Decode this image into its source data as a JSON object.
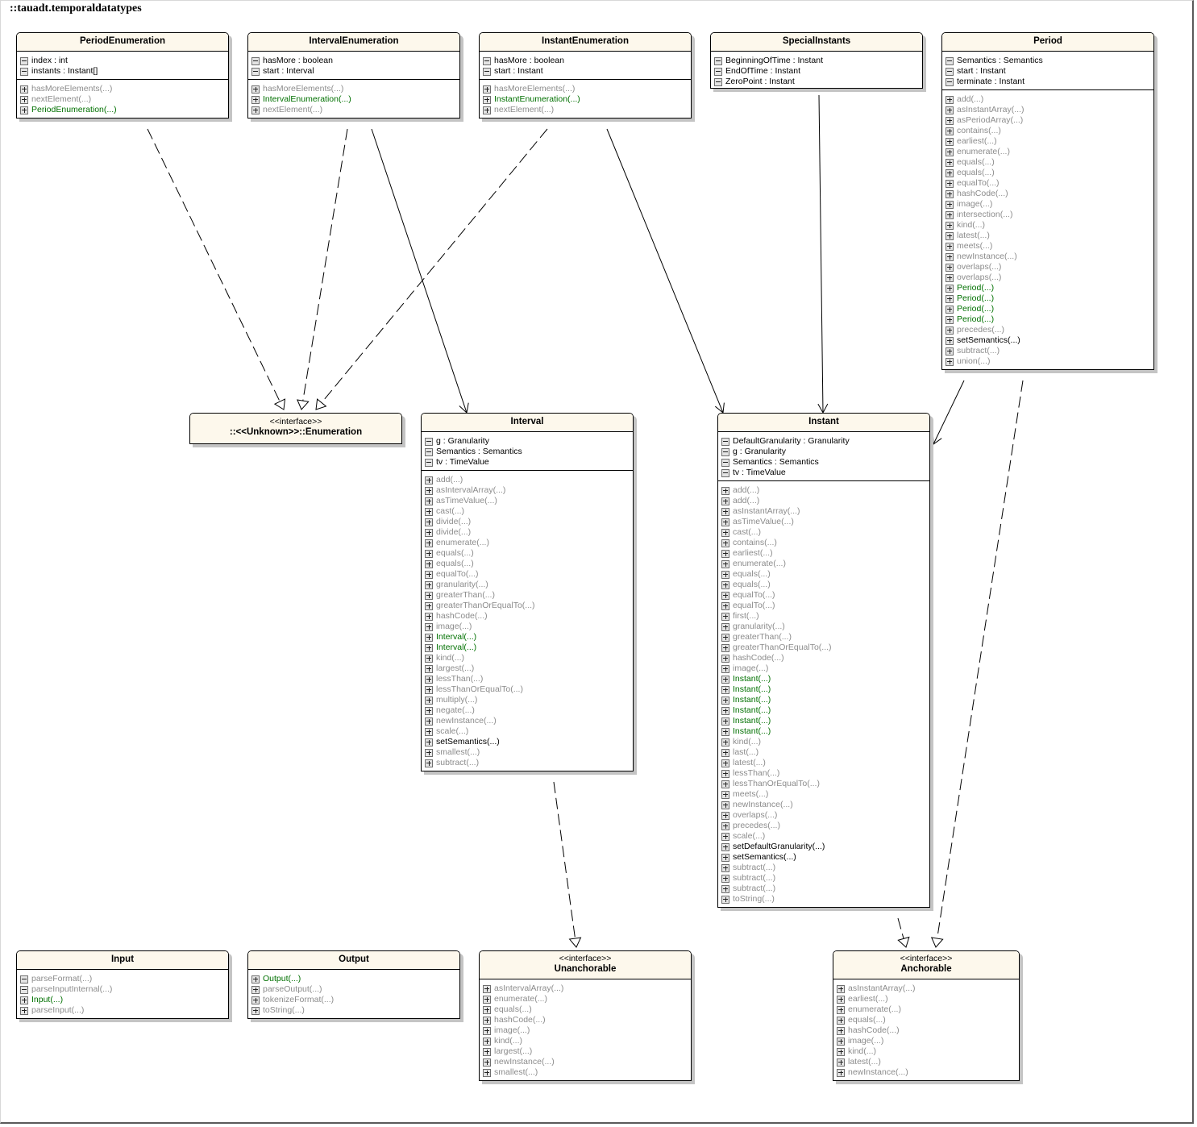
{
  "package": {
    "title": "::tauadt.temporaldatatypes"
  },
  "colors": {
    "header_fill": "#fdf8ec",
    "constructor": "#007000",
    "inherited": "#8c8c8c",
    "own": "#000000",
    "shadow": "#c4c4c4"
  },
  "classes": {
    "period_enumeration": {
      "name": "PeriodEnumeration",
      "attributes": [
        {
          "text": "index : int",
          "style": "normal",
          "icon": "minus"
        },
        {
          "text": "instants : Instant[]",
          "style": "normal",
          "icon": "minus"
        }
      ],
      "operations": [
        {
          "text": "hasMoreElements(...)",
          "style": "gray",
          "icon": "plus"
        },
        {
          "text": "nextElement(...)",
          "style": "gray",
          "icon": "plus"
        },
        {
          "text": "PeriodEnumeration(...)",
          "style": "green",
          "icon": "plus"
        }
      ]
    },
    "interval_enumeration": {
      "name": "IntervalEnumeration",
      "attributes": [
        {
          "text": "hasMore : boolean",
          "style": "normal",
          "icon": "minus"
        },
        {
          "text": "start : Interval",
          "style": "normal",
          "icon": "minus"
        }
      ],
      "operations": [
        {
          "text": "hasMoreElements(...)",
          "style": "gray",
          "icon": "plus"
        },
        {
          "text": "IntervalEnumeration(...)",
          "style": "green",
          "icon": "plus"
        },
        {
          "text": "nextElement(...)",
          "style": "gray",
          "icon": "plus"
        }
      ]
    },
    "instant_enumeration": {
      "name": "InstantEnumeration",
      "attributes": [
        {
          "text": "hasMore : boolean",
          "style": "normal",
          "icon": "minus"
        },
        {
          "text": "start : Instant",
          "style": "normal",
          "icon": "minus"
        }
      ],
      "operations": [
        {
          "text": "hasMoreElements(...)",
          "style": "gray",
          "icon": "plus"
        },
        {
          "text": "InstantEnumeration(...)",
          "style": "green",
          "icon": "plus"
        },
        {
          "text": "nextElement(...)",
          "style": "gray",
          "icon": "plus"
        }
      ]
    },
    "special_instants": {
      "name": "SpecialInstants",
      "attributes": [
        {
          "text": "BeginningOfTime : Instant",
          "style": "normal",
          "icon": "minus"
        },
        {
          "text": "EndOfTime : Instant",
          "style": "normal",
          "icon": "minus"
        },
        {
          "text": "ZeroPoint : Instant",
          "style": "normal",
          "icon": "minus"
        }
      ],
      "operations": []
    },
    "period": {
      "name": "Period",
      "attributes": [
        {
          "text": "Semantics : Semantics",
          "style": "normal",
          "icon": "minus"
        },
        {
          "text": "start : Instant",
          "style": "normal",
          "icon": "minus"
        },
        {
          "text": "terminate : Instant",
          "style": "normal",
          "icon": "minus"
        }
      ],
      "operations": [
        {
          "text": "add(...)",
          "style": "gray",
          "icon": "plus"
        },
        {
          "text": "asInstantArray(...)",
          "style": "gray",
          "icon": "plus"
        },
        {
          "text": "asPeriodArray(...)",
          "style": "gray",
          "icon": "plus"
        },
        {
          "text": "contains(...)",
          "style": "gray",
          "icon": "plus"
        },
        {
          "text": "earliest(...)",
          "style": "gray",
          "icon": "plus"
        },
        {
          "text": "enumerate(...)",
          "style": "gray",
          "icon": "plus"
        },
        {
          "text": "equals(...)",
          "style": "gray",
          "icon": "plus"
        },
        {
          "text": "equals(...)",
          "style": "gray",
          "icon": "plus"
        },
        {
          "text": "equalTo(...)",
          "style": "gray",
          "icon": "plus"
        },
        {
          "text": "hashCode(...)",
          "style": "gray",
          "icon": "plus"
        },
        {
          "text": "image(...)",
          "style": "gray",
          "icon": "plus"
        },
        {
          "text": "intersection(...)",
          "style": "gray",
          "icon": "plus"
        },
        {
          "text": "kind(...)",
          "style": "gray",
          "icon": "plus"
        },
        {
          "text": "latest(...)",
          "style": "gray",
          "icon": "plus"
        },
        {
          "text": "meets(...)",
          "style": "gray",
          "icon": "plus"
        },
        {
          "text": "newInstance(...)",
          "style": "gray",
          "icon": "plus"
        },
        {
          "text": "overlaps(...)",
          "style": "gray",
          "icon": "plus"
        },
        {
          "text": "overlaps(...)",
          "style": "gray",
          "icon": "plus"
        },
        {
          "text": "Period(...)",
          "style": "green",
          "icon": "plus"
        },
        {
          "text": "Period(...)",
          "style": "green",
          "icon": "plus"
        },
        {
          "text": "Period(...)",
          "style": "green",
          "icon": "plus"
        },
        {
          "text": "Period(...)",
          "style": "green",
          "icon": "plus"
        },
        {
          "text": "precedes(...)",
          "style": "gray",
          "icon": "plus"
        },
        {
          "text": "setSemantics(...)",
          "style": "normal",
          "icon": "plus"
        },
        {
          "text": "subtract(...)",
          "style": "gray",
          "icon": "plus"
        },
        {
          "text": "union(...)",
          "style": "gray",
          "icon": "plus"
        }
      ]
    },
    "enumeration": {
      "stereotype": "<<interface>>",
      "name": "::<<Unknown>>::Enumeration",
      "attributes": [],
      "operations": []
    },
    "interval": {
      "name": "Interval",
      "attributes": [
        {
          "text": "g : Granularity",
          "style": "normal",
          "icon": "minus"
        },
        {
          "text": "Semantics : Semantics",
          "style": "normal",
          "icon": "minus"
        },
        {
          "text": "tv : TimeValue",
          "style": "normal",
          "icon": "minus"
        }
      ],
      "operations": [
        {
          "text": "add(...)",
          "style": "gray",
          "icon": "plus"
        },
        {
          "text": "asIntervalArray(...)",
          "style": "gray",
          "icon": "plus"
        },
        {
          "text": "asTimeValue(...)",
          "style": "gray",
          "icon": "plus"
        },
        {
          "text": "cast(...)",
          "style": "gray",
          "icon": "plus"
        },
        {
          "text": "divide(...)",
          "style": "gray",
          "icon": "plus"
        },
        {
          "text": "divide(...)",
          "style": "gray",
          "icon": "plus"
        },
        {
          "text": "enumerate(...)",
          "style": "gray",
          "icon": "plus"
        },
        {
          "text": "equals(...)",
          "style": "gray",
          "icon": "plus"
        },
        {
          "text": "equals(...)",
          "style": "gray",
          "icon": "plus"
        },
        {
          "text": "equalTo(...)",
          "style": "gray",
          "icon": "plus"
        },
        {
          "text": "granularity(...)",
          "style": "gray",
          "icon": "plus"
        },
        {
          "text": "greaterThan(...)",
          "style": "gray",
          "icon": "plus"
        },
        {
          "text": "greaterThanOrEqualTo(...)",
          "style": "gray",
          "icon": "plus"
        },
        {
          "text": "hashCode(...)",
          "style": "gray",
          "icon": "plus"
        },
        {
          "text": "image(...)",
          "style": "gray",
          "icon": "plus"
        },
        {
          "text": "Interval(...)",
          "style": "green",
          "icon": "plus"
        },
        {
          "text": "Interval(...)",
          "style": "green",
          "icon": "plus"
        },
        {
          "text": "kind(...)",
          "style": "gray",
          "icon": "plus"
        },
        {
          "text": "largest(...)",
          "style": "gray",
          "icon": "plus"
        },
        {
          "text": "lessThan(...)",
          "style": "gray",
          "icon": "plus"
        },
        {
          "text": "lessThanOrEqualTo(...)",
          "style": "gray",
          "icon": "plus"
        },
        {
          "text": "multiply(...)",
          "style": "gray",
          "icon": "plus"
        },
        {
          "text": "negate(...)",
          "style": "gray",
          "icon": "plus"
        },
        {
          "text": "newInstance(...)",
          "style": "gray",
          "icon": "plus"
        },
        {
          "text": "scale(...)",
          "style": "gray",
          "icon": "plus"
        },
        {
          "text": "setSemantics(...)",
          "style": "normal",
          "icon": "plus"
        },
        {
          "text": "smallest(...)",
          "style": "gray",
          "icon": "plus"
        },
        {
          "text": "subtract(...)",
          "style": "gray",
          "icon": "plus"
        }
      ]
    },
    "instant": {
      "name": "Instant",
      "attributes": [
        {
          "text": "DefaultGranularity : Granularity",
          "style": "normal",
          "icon": "minus"
        },
        {
          "text": "g : Granularity",
          "style": "normal",
          "icon": "minus"
        },
        {
          "text": "Semantics : Semantics",
          "style": "normal",
          "icon": "minus"
        },
        {
          "text": "tv : TimeValue",
          "style": "normal",
          "icon": "minus"
        }
      ],
      "operations": [
        {
          "text": "add(...)",
          "style": "gray",
          "icon": "plus"
        },
        {
          "text": "add(...)",
          "style": "gray",
          "icon": "plus"
        },
        {
          "text": "asInstantArray(...)",
          "style": "gray",
          "icon": "plus"
        },
        {
          "text": "asTimeValue(...)",
          "style": "gray",
          "icon": "plus"
        },
        {
          "text": "cast(...)",
          "style": "gray",
          "icon": "plus"
        },
        {
          "text": "contains(...)",
          "style": "gray",
          "icon": "plus"
        },
        {
          "text": "earliest(...)",
          "style": "gray",
          "icon": "plus"
        },
        {
          "text": "enumerate(...)",
          "style": "gray",
          "icon": "plus"
        },
        {
          "text": "equals(...)",
          "style": "gray",
          "icon": "plus"
        },
        {
          "text": "equals(...)",
          "style": "gray",
          "icon": "plus"
        },
        {
          "text": "equalTo(...)",
          "style": "gray",
          "icon": "plus"
        },
        {
          "text": "equalTo(...)",
          "style": "gray",
          "icon": "plus"
        },
        {
          "text": "first(...)",
          "style": "gray",
          "icon": "plus"
        },
        {
          "text": "granularity(...)",
          "style": "gray",
          "icon": "plus"
        },
        {
          "text": "greaterThan(...)",
          "style": "gray",
          "icon": "plus"
        },
        {
          "text": "greaterThanOrEqualTo(...)",
          "style": "gray",
          "icon": "plus"
        },
        {
          "text": "hashCode(...)",
          "style": "gray",
          "icon": "plus"
        },
        {
          "text": "image(...)",
          "style": "gray",
          "icon": "plus"
        },
        {
          "text": "Instant(...)",
          "style": "green",
          "icon": "plus"
        },
        {
          "text": "Instant(...)",
          "style": "green",
          "icon": "plus"
        },
        {
          "text": "Instant(...)",
          "style": "green",
          "icon": "plus"
        },
        {
          "text": "Instant(...)",
          "style": "green",
          "icon": "plus"
        },
        {
          "text": "Instant(...)",
          "style": "green",
          "icon": "plus"
        },
        {
          "text": "Instant(...)",
          "style": "green",
          "icon": "plus"
        },
        {
          "text": "kind(...)",
          "style": "gray",
          "icon": "plus"
        },
        {
          "text": "last(...)",
          "style": "gray",
          "icon": "plus"
        },
        {
          "text": "latest(...)",
          "style": "gray",
          "icon": "plus"
        },
        {
          "text": "lessThan(...)",
          "style": "gray",
          "icon": "plus"
        },
        {
          "text": "lessThanOrEqualTo(...)",
          "style": "gray",
          "icon": "plus"
        },
        {
          "text": "meets(...)",
          "style": "gray",
          "icon": "plus"
        },
        {
          "text": "newInstance(...)",
          "style": "gray",
          "icon": "plus"
        },
        {
          "text": "overlaps(...)",
          "style": "gray",
          "icon": "plus"
        },
        {
          "text": "precedes(...)",
          "style": "gray",
          "icon": "plus"
        },
        {
          "text": "scale(...)",
          "style": "gray",
          "icon": "plus"
        },
        {
          "text": "setDefaultGranularity(...)",
          "style": "normal",
          "icon": "plus"
        },
        {
          "text": "setSemantics(...)",
          "style": "normal",
          "icon": "plus"
        },
        {
          "text": "subtract(...)",
          "style": "gray",
          "icon": "plus"
        },
        {
          "text": "subtract(...)",
          "style": "gray",
          "icon": "plus"
        },
        {
          "text": "subtract(...)",
          "style": "gray",
          "icon": "plus"
        },
        {
          "text": "toString(...)",
          "style": "gray",
          "icon": "plus"
        }
      ]
    },
    "input": {
      "name": "Input",
      "attributes": [],
      "operations": [
        {
          "text": "parseFormat(...)",
          "style": "gray",
          "icon": "minus"
        },
        {
          "text": "parseInputInternal(...)",
          "style": "gray",
          "icon": "minus"
        },
        {
          "text": "Input(...)",
          "style": "green",
          "icon": "plus"
        },
        {
          "text": "parseInput(...)",
          "style": "gray",
          "icon": "plus"
        }
      ]
    },
    "output": {
      "name": "Output",
      "attributes": [],
      "operations": [
        {
          "text": "Output(...)",
          "style": "green",
          "icon": "plus"
        },
        {
          "text": "parseOutput(...)",
          "style": "gray",
          "icon": "plus"
        },
        {
          "text": "tokenizeFormat(...)",
          "style": "gray",
          "icon": "plus"
        },
        {
          "text": "toString(...)",
          "style": "gray",
          "icon": "plus"
        }
      ]
    },
    "unanchorable": {
      "stereotype": "<<interface>>",
      "name": "Unanchorable",
      "attributes": [],
      "operations": [
        {
          "text": "asIntervalArray(...)",
          "style": "gray",
          "icon": "plus"
        },
        {
          "text": "enumerate(...)",
          "style": "gray",
          "icon": "plus"
        },
        {
          "text": "equals(...)",
          "style": "gray",
          "icon": "plus"
        },
        {
          "text": "hashCode(...)",
          "style": "gray",
          "icon": "plus"
        },
        {
          "text": "image(...)",
          "style": "gray",
          "icon": "plus"
        },
        {
          "text": "kind(...)",
          "style": "gray",
          "icon": "plus"
        },
        {
          "text": "largest(...)",
          "style": "gray",
          "icon": "plus"
        },
        {
          "text": "newInstance(...)",
          "style": "gray",
          "icon": "plus"
        },
        {
          "text": "smallest(...)",
          "style": "gray",
          "icon": "plus"
        }
      ]
    },
    "anchorable": {
      "stereotype": "<<interface>>",
      "name": "Anchorable",
      "attributes": [],
      "operations": [
        {
          "text": "asInstantArray(...)",
          "style": "gray",
          "icon": "plus"
        },
        {
          "text": "earliest(...)",
          "style": "gray",
          "icon": "plus"
        },
        {
          "text": "enumerate(...)",
          "style": "gray",
          "icon": "plus"
        },
        {
          "text": "equals(...)",
          "style": "gray",
          "icon": "plus"
        },
        {
          "text": "hashCode(...)",
          "style": "gray",
          "icon": "plus"
        },
        {
          "text": "image(...)",
          "style": "gray",
          "icon": "plus"
        },
        {
          "text": "kind(...)",
          "style": "gray",
          "icon": "plus"
        },
        {
          "text": "latest(...)",
          "style": "gray",
          "icon": "plus"
        },
        {
          "text": "newInstance(...)",
          "style": "gray",
          "icon": "plus"
        }
      ]
    }
  },
  "relations": [
    {
      "from": "PeriodEnumeration",
      "to": "::<<Unknown>>::Enumeration",
      "kind": "realization"
    },
    {
      "from": "IntervalEnumeration",
      "to": "::<<Unknown>>::Enumeration",
      "kind": "realization"
    },
    {
      "from": "InstantEnumeration",
      "to": "::<<Unknown>>::Enumeration",
      "kind": "realization"
    },
    {
      "from": "IntervalEnumeration",
      "to": "Interval",
      "kind": "association"
    },
    {
      "from": "InstantEnumeration",
      "to": "Instant",
      "kind": "association"
    },
    {
      "from": "SpecialInstants",
      "to": "Instant",
      "kind": "association"
    },
    {
      "from": "Period",
      "to": "Instant",
      "kind": "association"
    },
    {
      "from": "Period",
      "to": "Anchorable",
      "kind": "realization"
    },
    {
      "from": "Interval",
      "to": "Unanchorable",
      "kind": "realization"
    },
    {
      "from": "Instant",
      "to": "Anchorable",
      "kind": "realization"
    }
  ]
}
